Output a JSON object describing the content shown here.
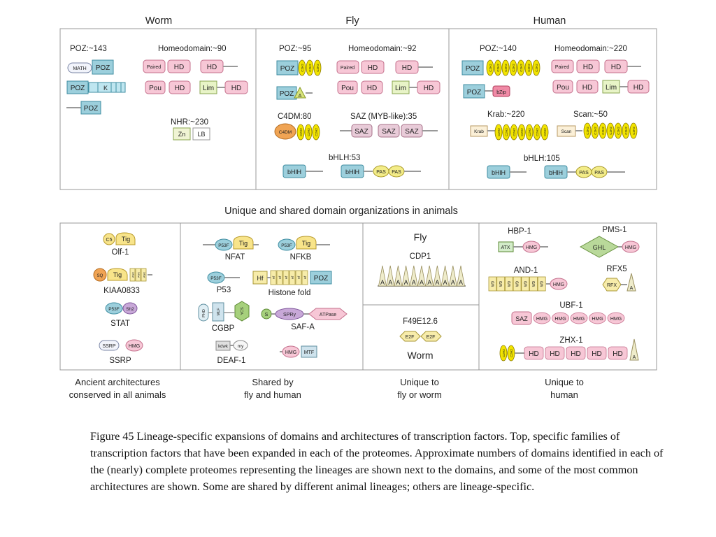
{
  "top": {
    "species": [
      "Worm",
      "Fly",
      "Human"
    ],
    "worm": {
      "poz_count": "POZ:~143",
      "homeo_count": "Homeodomain:~90",
      "nhr_count": "NHR:~230",
      "labels": {
        "math": "MATH",
        "poz": "POZ",
        "k": "K",
        "paired": "Paired",
        "hd": "HD",
        "pou": "Pou",
        "lim": "Lim",
        "zn": "Zn",
        "lb": "LB"
      }
    },
    "fly": {
      "poz_count": "POZ:~95",
      "homeo_count": "Homeodomain:~92",
      "c4dm_count": "C4DM:80",
      "saz_count": "SAZ (MYB-like):35",
      "bhlh_count": "bHLH:53",
      "labels": {
        "poz": "POZ",
        "a": "A",
        "c4dm": "C4DM",
        "saz": "SAZ",
        "paired": "Paired",
        "hd": "HD",
        "pou": "Pou",
        "lim": "Lim",
        "bhlh": "bHlH",
        "pas": "PAS"
      }
    },
    "human": {
      "poz_count": "POZ:~140",
      "homeo_count": "Homeodomain:~220",
      "krab_count": "Krab:~220",
      "scan_count": "Scan:~50",
      "bhlh_count": "bHLH:105",
      "labels": {
        "poz": "POZ",
        "bzip": "bZip",
        "krab": "Krab",
        "scan": "Scan",
        "paired": "Paired",
        "hd": "HD",
        "pou": "Pou",
        "lim": "Lim",
        "bhlh": "bHlH",
        "pas": "PAS"
      }
    },
    "zf_label": "C2H2"
  },
  "middle_title": "Unique and shared domain organizations in animals",
  "bottom": {
    "ancient": {
      "caption_line1": "Ancient architectures",
      "caption_line2": "conserved in all animals",
      "names": {
        "olf1": "Olf-1",
        "kiaa": "KIAA0833",
        "stat": "STAT",
        "ssrp": "SSRP"
      },
      "labels": {
        "c5": "C5",
        "tig": "Tig",
        "ank": "ANK",
        "sq": "SQ",
        "p53f": "P53F",
        "sh2": "Sh2",
        "ssrp": "SSRP",
        "hmg": "HMG"
      }
    },
    "shared": {
      "caption_line1": "Shared by",
      "caption_line2": "fly and human",
      "names": {
        "nfat": "NFAT",
        "nfkb": "NFKB",
        "p53": "P53",
        "histone": "Histone fold",
        "cgbp": "CGBP",
        "safa": "SAF-A",
        "deaf": "DEAF-1"
      },
      "labels": {
        "p53f": "P53F",
        "tig": "Tig",
        "hf": "Hf",
        "poz": "POZ",
        "phd": "PHD",
        "mlf": "MLF",
        "ycs": "YCS",
        "s": "S",
        "spry": "SPRy",
        "atpase": "ATPase",
        "kdwk": "kdwk",
        "my": "my",
        "hmg": "HMG",
        "mtf": "MTF"
      }
    },
    "unique_fly_worm": {
      "caption_line1": "Unique to",
      "caption_line2": "fly or worm",
      "fly_label": "Fly",
      "cdp1": "CDP1",
      "a_label": "A",
      "f49": "F49E12.6",
      "e2f": "E2F",
      "worm_label": "Worm"
    },
    "human": {
      "caption_line1": "Unique to",
      "caption_line2": "human",
      "names": {
        "hbp": "HBP-1",
        "pms": "PMS-1",
        "and1": "AND-1",
        "rfx5": "RFX5",
        "ubf": "UBF-1",
        "zhx": "ZHX-1"
      },
      "labels": {
        "atx": "ATX",
        "hmg": "HMG",
        "ghl": "GHL",
        "rfx": "RFX",
        "a": "A",
        "wd": "WD",
        "saz": "SAZ",
        "hd": "HD",
        "zf": "C2H2"
      }
    }
  },
  "caption": "Figure 45 Lineage-specific expansions of domains and architectures of transcription factors. Top, specific families of transcription factors that have been expanded in each of the proteomes. Approximate numbers of domains identified in each of the (nearly) complete proteomes representing the lineages are shown next to the domains, and some of the most common architectures are shown. Some are shared by different animal lineages; others are lineage-specific.",
  "colors": {
    "panel_border": "#999999",
    "poz_fill": "#9ccfdc",
    "poz_stroke": "#3f8ea2",
    "hd_fill": "#f7c7d6",
    "hd_stroke": "#c4708c",
    "lim_fill": "#e8f4c7",
    "lim_stroke": "#8aa650",
    "zf_fill": "#f2e400",
    "zf_stroke": "#8c7b00",
    "tig_fill": "#f8e48a",
    "tig_stroke": "#b89a2a",
    "pas_fill": "#f3ec88",
    "pas_stroke": "#a9992a",
    "c4dm_fill": "#f0a454",
    "c4dm_stroke": "#b36b20",
    "bzip_fill": "#f08aa6",
    "bzip_stroke": "#b0405e",
    "math_fill": "#f2f4fb",
    "math_stroke": "#7b86a6",
    "tan_fill": "#fbf0d8",
    "tan_stroke": "#b99a63",
    "wd_fill": "#f7ecaa",
    "wd_stroke": "#a99737",
    "purple_fill": "#c8a8d8",
    "purple_stroke": "#81599d",
    "green_fill": "#a6d07c",
    "green_stroke": "#5d8a35",
    "ghl_fill": "#b9d99a",
    "ghl_stroke": "#6a9342",
    "a_fill": "#efeccb",
    "a_stroke": "#9a9060"
  }
}
